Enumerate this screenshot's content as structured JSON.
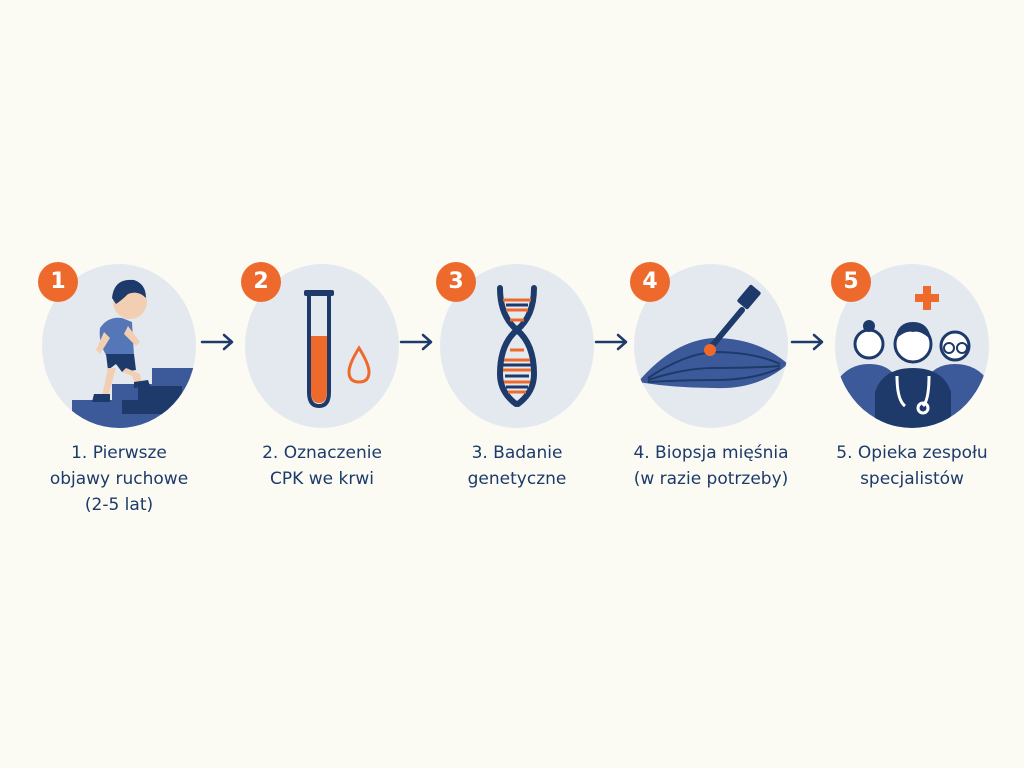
{
  "colors": {
    "background": "#fbfbf4",
    "circle_fill": "#e4e9f0",
    "navy": "#1d3a6b",
    "blue": "#3c5a9a",
    "orange": "#ee6a2c"
  },
  "steps": [
    {
      "number": "1",
      "label": "1. Pierwsze\nobjawy ruchowe\n(2-5 lat)",
      "icon": "child-climbing-stairs-icon"
    },
    {
      "number": "2",
      "label": "2. Oznaczenie\nCPK we krwi",
      "icon": "blood-test-tube-icon"
    },
    {
      "number": "3",
      "label": "3. Badanie\ngenetyczne",
      "icon": "dna-helix-icon"
    },
    {
      "number": "4",
      "label": "4. Biopsja mięśnia\n(w razie potrzeby)",
      "icon": "muscle-biopsy-icon"
    },
    {
      "number": "5",
      "label": "5. Opieka zespołu\nspecjalistów",
      "icon": "medical-team-icon"
    }
  ]
}
